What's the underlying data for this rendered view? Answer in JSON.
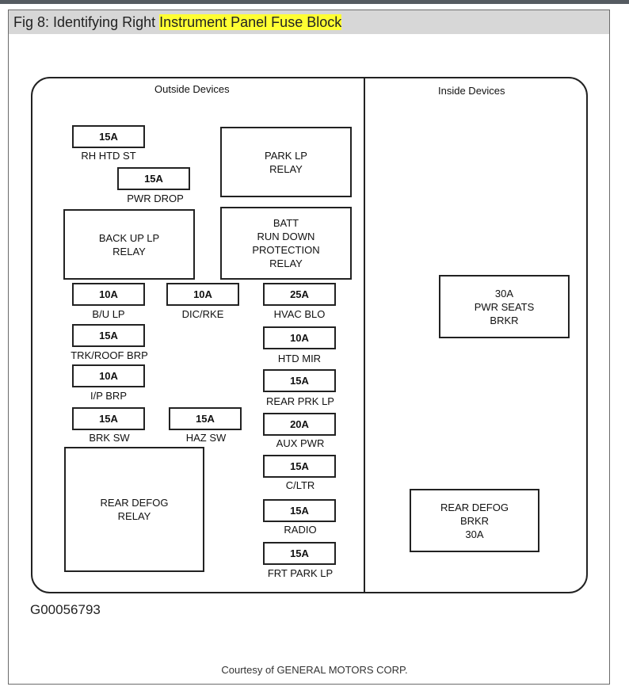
{
  "caption": {
    "prefix": "Fig 8: Identifying Right ",
    "highlight": "Instrument Panel Fuse Block"
  },
  "sections": {
    "outside": "Outside  Devices",
    "inside": "Inside  Devices"
  },
  "fuses": {
    "rh_htd_st": {
      "rating": "15A",
      "label": "RH HTD ST"
    },
    "pwr_drop": {
      "rating": "15A",
      "label": "PWR DROP"
    },
    "bu_lp": {
      "rating": "10A",
      "label": "B/U LP"
    },
    "dic_rke": {
      "rating": "10A",
      "label": "DIC/RKE"
    },
    "hvac_blo": {
      "rating": "25A",
      "label": "HVAC BLO"
    },
    "trk_roof_brp": {
      "rating": "15A",
      "label": "TRK/ROOF BRP"
    },
    "htd_mir": {
      "rating": "10A",
      "label": "HTD MIR"
    },
    "ip_brp": {
      "rating": "10A",
      "label": "I/P BRP"
    },
    "rear_prk_lp": {
      "rating": "15A",
      "label": "REAR PRK LP"
    },
    "brk_sw": {
      "rating": "15A",
      "label": "BRK SW"
    },
    "haz_sw": {
      "rating": "15A",
      "label": "HAZ SW"
    },
    "aux_pwr": {
      "rating": "20A",
      "label": "AUX PWR"
    },
    "c_ltr": {
      "rating": "15A",
      "label": "C/LTR"
    },
    "radio": {
      "rating": "15A",
      "label": "RADIO"
    },
    "frt_park_lp": {
      "rating": "15A",
      "label": "FRT PARK LP"
    }
  },
  "relays": {
    "park_lp": "PARK LP\nRELAY",
    "back_up_lp": "BACK UP LP\nRELAY",
    "batt_run_down": "BATT\nRUN DOWN\nPROTECTION\nRELAY",
    "rear_defog_relay": "REAR DEFOG\nRELAY",
    "pwr_seats_brkr": "30A\nPWR SEATS\nBRKR",
    "rear_defog_brkr": "REAR DEFOG\nBRKR\n30A"
  },
  "figure_id": "G00056793",
  "credit": "Courtesy of GENERAL MOTORS CORP."
}
